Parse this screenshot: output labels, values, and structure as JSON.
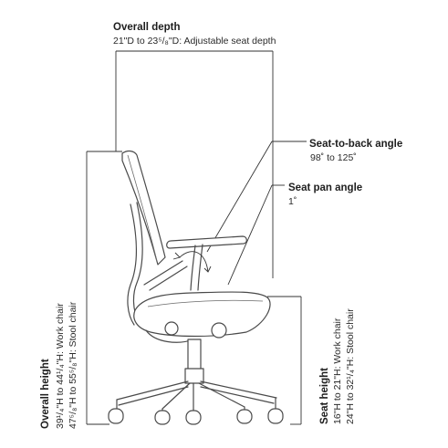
{
  "overall_depth": {
    "title": "Overall depth",
    "value": "21\"D to 23⁵/₈\"D: Adjustable seat depth"
  },
  "seat_to_back_angle": {
    "title": "Seat-to-back angle",
    "value": "98˚ to 125˚"
  },
  "seat_pan_angle": {
    "title": "Seat pan angle",
    "value": "1˚"
  },
  "overall_height": {
    "title": "Overall height",
    "work_chair": "39¹/₄\"H to 44¹/₄\"H: Work chair",
    "stool_chair": "47⁵/₈\"H to 55⁵/₈\"H: Stool chair"
  },
  "seat_height": {
    "title": "Seat height",
    "work_chair": "16\"H to 21\"H: Work chair",
    "stool_chair": "24\"H to 32¹/₄\"H: Stool chair"
  }
}
